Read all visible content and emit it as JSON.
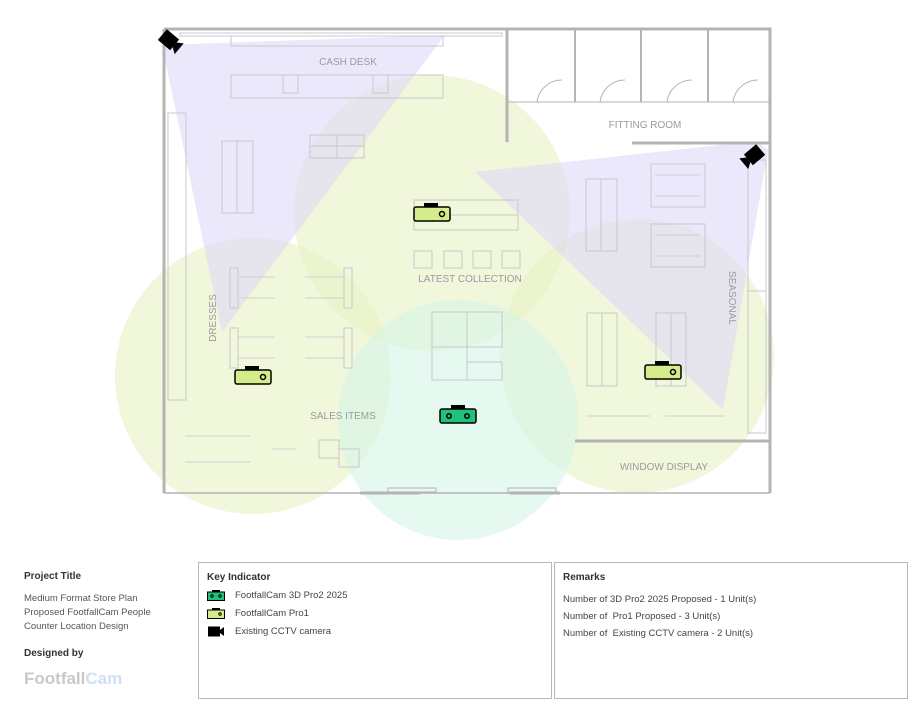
{
  "plan": {
    "areas": {
      "cash_desk": "CASH DESK",
      "fitting_room": "FITTING ROOM",
      "latest_collection": "LATEST COLLECTION",
      "dresses": "DRESSES",
      "seasonal": "SEASONAL",
      "sales_items": "SALES ITEMS",
      "window_display": "WINDOW DISPLAY"
    },
    "colors": {
      "pro2": "#1fc27a",
      "pro1": "#d4ec8a",
      "cctv": "#000000",
      "cctv_cone": "#e4e0fb",
      "pro1_zone": "#eaf3c8",
      "pro2_zone": "#d6f5e6"
    }
  },
  "project": {
    "title_label": "Project Title",
    "lines": [
      "Medium Format Store Plan",
      "Proposed FootfallCam People",
      "Counter Location Design"
    ],
    "designed_by_label": "Designed by",
    "logo_a": "Footfall",
    "logo_b": "Cam"
  },
  "key": {
    "title": "Key Indicator",
    "items": [
      "FootfallCam 3D Pro2 2025",
      "FootfallCam Pro1",
      "Existing CCTV camera"
    ]
  },
  "remarks": {
    "title": "Remarks",
    "items": [
      "Number of 3D Pro2 2025 Proposed - 1 Unit(s)",
      "Number of  Pro1 Proposed - 3 Unit(s)",
      "Number of  Existing CCTV camera - 2 Unit(s)"
    ]
  }
}
